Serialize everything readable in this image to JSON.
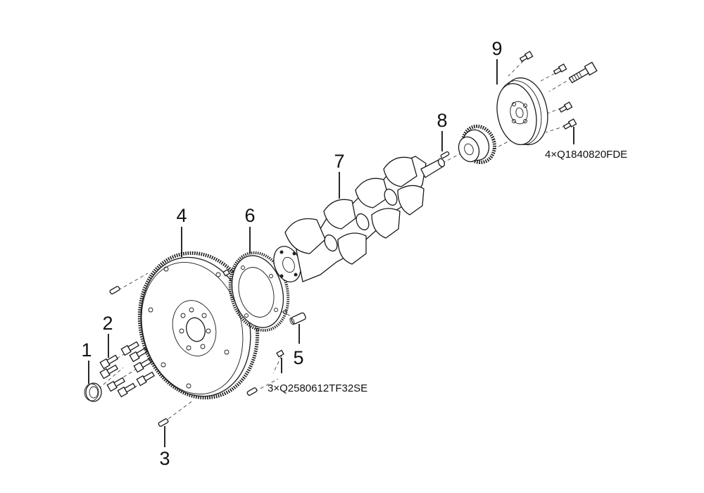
{
  "diagram": {
    "callouts": [
      {
        "id": "1",
        "label": "1"
      },
      {
        "id": "2",
        "label": "2"
      },
      {
        "id": "3",
        "label": "3"
      },
      {
        "id": "4",
        "label": "4"
      },
      {
        "id": "5",
        "label": "5"
      },
      {
        "id": "6",
        "label": "6"
      },
      {
        "id": "7",
        "label": "7"
      },
      {
        "id": "8",
        "label": "8"
      },
      {
        "id": "9",
        "label": "9"
      }
    ],
    "notes": [
      {
        "id": "flywheel-bolts",
        "text": "3×Q2580612TF32SE"
      },
      {
        "id": "pulley-bolts",
        "text": "4×Q1840820FDE"
      }
    ]
  }
}
